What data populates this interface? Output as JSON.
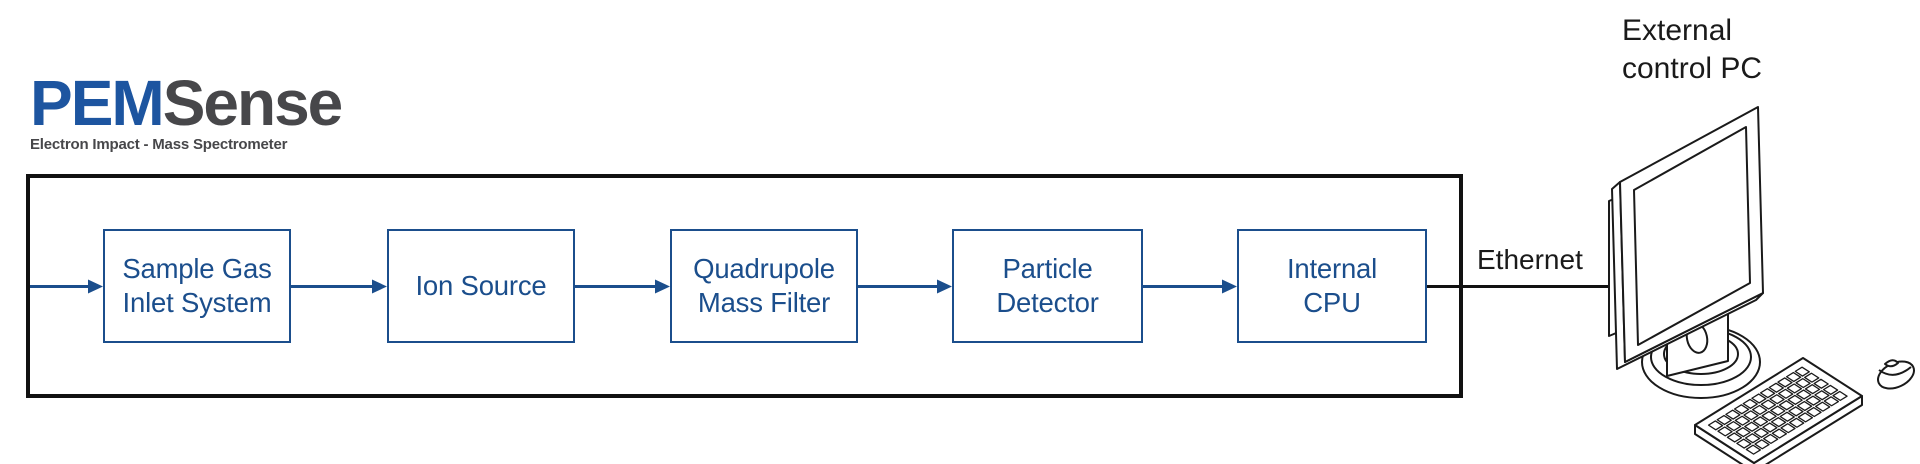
{
  "logo": {
    "brand_primary": "PEM",
    "brand_secondary": "Sense",
    "subtitle": "Electron Impact - Mass Spectrometer"
  },
  "diagram": {
    "blocks": [
      {
        "id": "sample-gas-inlet-system",
        "label": "Sample Gas\nInlet System"
      },
      {
        "id": "ion-source",
        "label": "Ion Source"
      },
      {
        "id": "quadrupole-mass-filter",
        "label": "Quadrupole\nMass Filter"
      },
      {
        "id": "particle-detector",
        "label": "Particle\nDetector"
      },
      {
        "id": "internal-cpu",
        "label": "Internal\nCPU"
      }
    ],
    "connection_label": "Ethernet",
    "external_device_label": "External\ncontrol PC"
  },
  "colors": {
    "logo_blue": "#1d55a0",
    "logo_gray": "#47474a",
    "diagram_blue": "#1b4e8c",
    "line_black": "#111111"
  }
}
